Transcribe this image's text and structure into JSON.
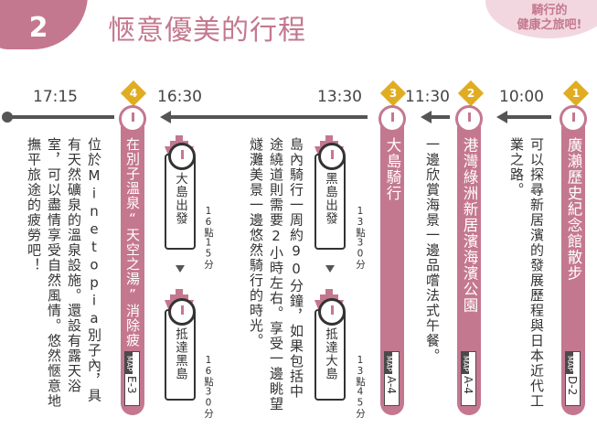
{
  "header": {
    "section_number": "2",
    "title": "愜意優美的行程",
    "badge_line1": "騎行的",
    "badge_line2": "健康之旅吧!"
  },
  "times": [
    "17:15",
    "16:30",
    "13:30",
    "11:30",
    "10:00"
  ],
  "stops": [
    {
      "number": "1",
      "title": "廣瀨歷史紀念館散步",
      "map_label": "MAP",
      "map_code": "D-2",
      "desc": "可以探尋新居濱的發展歷程與日本近代工業之路。"
    },
    {
      "number": "2",
      "title": "港灣綠洲新居濱海濱公園",
      "map_label": "MAP",
      "map_code": "A-4",
      "desc": "一邊欣賞海景一邊品嚐法式午餐。"
    },
    {
      "number": "3",
      "title": "大島騎行",
      "map_label": "MAP",
      "map_code": "A-4",
      "desc": "島內騎行一周約90分鐘，如果包括中途繞道則需要2小時左右。享受一邊眺望燧灘美景一邊悠然騎行的時光。"
    },
    {
      "number": "4",
      "title": "在別子溫泉“天空之湯”消除疲勞",
      "map_label": "MAP",
      "map_code": "E-3",
      "desc": "位於Minetopia別子內，具有天然礦泉的溫泉設施。還設有露天浴室，可以盡情享受自然風情。悠然愜意地撫平旅途的疲勞吧！"
    }
  ],
  "ferries": [
    {
      "depart_label": "黑島出發",
      "depart_time": "13點30分",
      "arrive_label": "抵達大島",
      "arrive_time": "13點45分"
    },
    {
      "depart_label": "大島出發",
      "depart_time": "16點15分",
      "arrive_label": "抵達黑島",
      "arrive_time": "16點30分"
    }
  ],
  "colors": {
    "accent": "#c4788f",
    "number_badge": "#e0ad22",
    "arrow": "#555555"
  }
}
